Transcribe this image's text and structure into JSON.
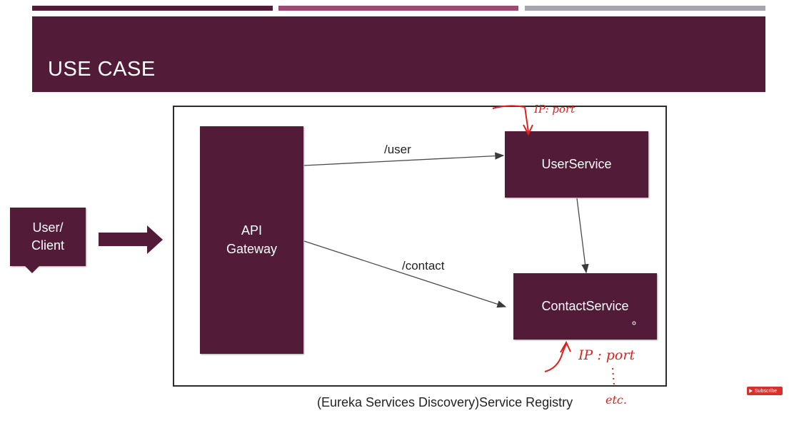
{
  "slide": {
    "title": "USE CASE",
    "accent_colors": [
      "#521b37",
      "#9c4a72",
      "#a3a7ad"
    ]
  },
  "diagram": {
    "client_label": "User/\nClient",
    "gateway_label": "API\nGateway",
    "user_service_label": "UserService",
    "contact_service_label": "ContactService",
    "route_user": "/user",
    "route_contact": "/contact",
    "caption": "(Eureka Services Discovery)Service Registry"
  },
  "annotations": {
    "top_note": "IP: port",
    "bottom_note": "IP : port",
    "etc_note": "etc.",
    "ink_color": "#e0201c"
  },
  "overlay": {
    "subscribe_label": "Subscribe"
  }
}
